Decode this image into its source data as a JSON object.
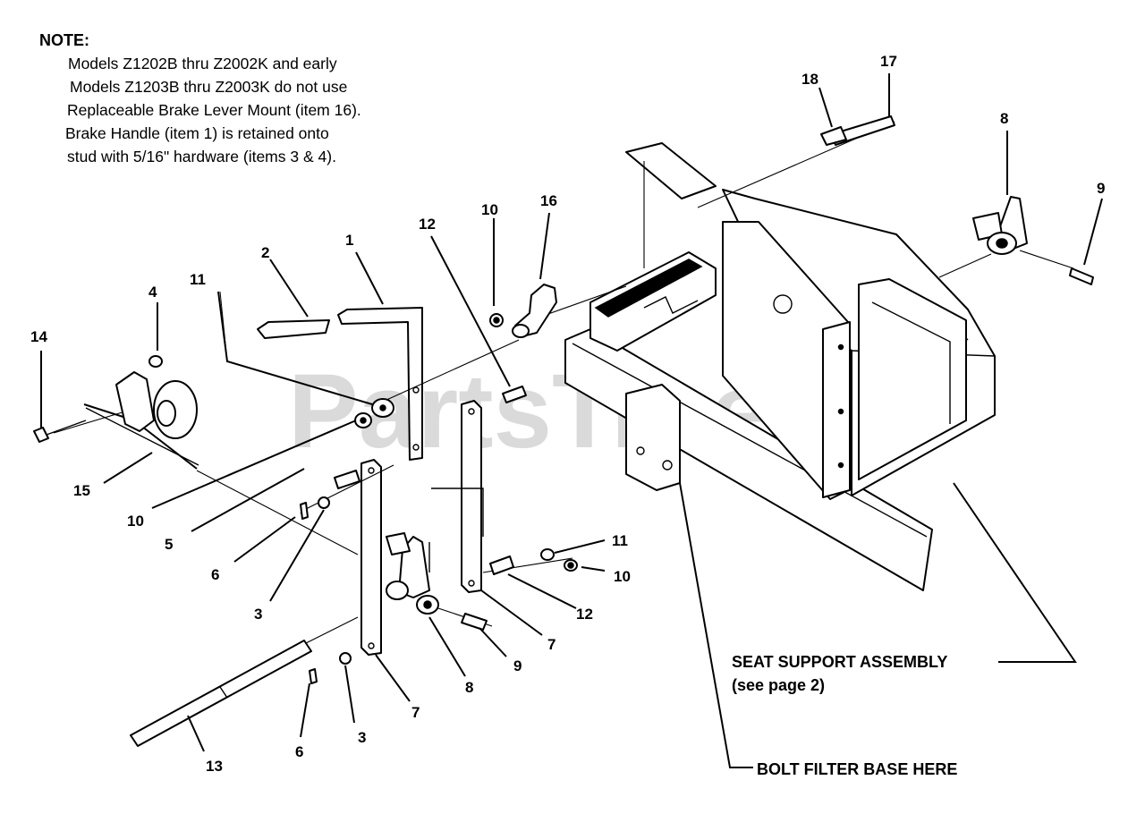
{
  "note": {
    "title": "NOTE:",
    "lines": [
      "Models Z1202B thru Z2002K and early",
      "Models Z1203B thru Z2003K do not use",
      "Replaceable Brake Lever Mount (item 16).",
      "Brake Handle (item 1) is retained onto",
      "stud with 5/16\" hardware (items 3 & 4)."
    ]
  },
  "watermark": {
    "text": "PartsTree",
    "trademark": "TM"
  },
  "labels": {
    "seat_support_line1": "SEAT SUPPORT ASSEMBLY",
    "seat_support_line2": "(see page 2)",
    "bolt_filter": "BOLT FILTER BASE HERE"
  },
  "callouts": {
    "c1": "1",
    "c2": "2",
    "c3a": "3",
    "c3b": "3",
    "c4": "4",
    "c5": "5",
    "c6a": "6",
    "c6b": "6",
    "c7a": "7",
    "c7b": "7",
    "c8a": "8",
    "c8b": "8",
    "c9a": "9",
    "c9b": "9",
    "c10a": "10",
    "c10b": "10",
    "c10c": "10",
    "c11a": "11",
    "c11b": "11",
    "c12a": "12",
    "c12b": "12",
    "c13": "13",
    "c14": "14",
    "c15": "15",
    "c16": "16",
    "c17": "17",
    "c18": "18"
  }
}
